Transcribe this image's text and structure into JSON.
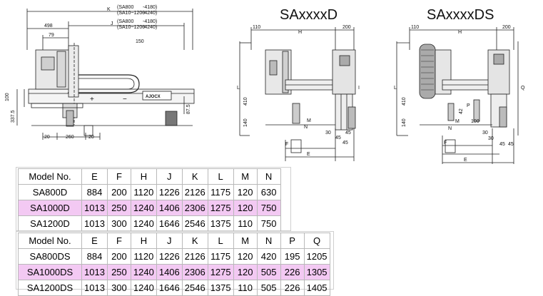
{
  "titles": {
    "left": "SAxxxxD",
    "right": "SAxxxxDS"
  },
  "drawing_labels": {
    "side": {
      "k_label": "K",
      "k_note1": "(SA800",
      "k_note1b": "-4180)",
      "k_note2": "(SA10~1200",
      "k_note2b": "-4240)",
      "j_label": "J",
      "j_note1": "(SA800",
      "j_note1b": "-4180)",
      "j_note2": "(SA10~1200",
      "j_note2b": "-4240)",
      "d498": "498",
      "d79": "79",
      "d150": "150",
      "d100": "100",
      "d3375": "337.5",
      "d875": "87.5",
      "d20a": "20",
      "d260": "260",
      "d20b": "20",
      "plus": "+",
      "minus": "−",
      "brand": "AJOCX"
    },
    "d": {
      "d110": "110",
      "h": "H",
      "d200": "200",
      "l": "L",
      "d410": "410",
      "d140": "140",
      "n": "N",
      "m": "M",
      "d30": "30",
      "d45a": "45",
      "d45b": "45",
      "d45c": "45",
      "f": "F",
      "e": "E",
      "i": "I"
    },
    "ds": {
      "d110": "110",
      "h": "H",
      "d200": "200",
      "l": "L",
      "d410": "410",
      "d140": "140",
      "n": "N",
      "m": "M",
      "p": "P",
      "d100": "100",
      "d42": "42",
      "d30": "30",
      "d30b": "30",
      "d45a": "45",
      "d45b": "45",
      "f": "F",
      "e": "E",
      "q": "Q"
    }
  },
  "table_d": {
    "headers": [
      "Model No.",
      "E",
      "F",
      "H",
      "J",
      "K",
      "L",
      "M",
      "N"
    ],
    "rows": [
      {
        "cells": [
          "SA800D",
          "884",
          "200",
          "1120",
          "1226",
          "2126",
          "1175",
          "120",
          "630"
        ],
        "highlight": false
      },
      {
        "cells": [
          "SA1000D",
          "1013",
          "250",
          "1240",
          "1406",
          "2306",
          "1275",
          "120",
          "750"
        ],
        "highlight": true
      },
      {
        "cells": [
          "SA1200D",
          "1013",
          "300",
          "1240",
          "1646",
          "2546",
          "1375",
          "110",
          "750"
        ],
        "highlight": false
      }
    ]
  },
  "table_ds": {
    "headers": [
      "Model No.",
      "E",
      "F",
      "H",
      "J",
      "K",
      "L",
      "M",
      "N",
      "P",
      "Q"
    ],
    "rows": [
      {
        "cells": [
          "SA800DS",
          "884",
          "200",
          "1120",
          "1226",
          "2126",
          "1175",
          "120",
          "420",
          "195",
          "1205"
        ],
        "highlight": false
      },
      {
        "cells": [
          "SA1000DS",
          "1013",
          "250",
          "1240",
          "1406",
          "2306",
          "1275",
          "120",
          "505",
          "226",
          "1305"
        ],
        "highlight": true
      },
      {
        "cells": [
          "SA1200DS",
          "1013",
          "300",
          "1240",
          "1646",
          "2546",
          "1375",
          "110",
          "505",
          "226",
          "1405"
        ],
        "highlight": false
      }
    ]
  }
}
